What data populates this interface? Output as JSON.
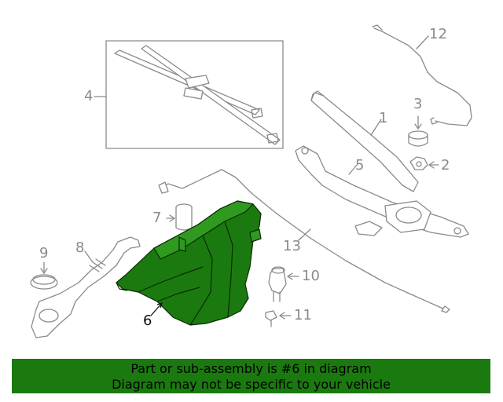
{
  "callouts": {
    "c1": "1",
    "c2": "2",
    "c3": "3",
    "c4": "4",
    "c5": "5",
    "c6": "6",
    "c7": "7",
    "c8": "8",
    "c9": "9",
    "c10": "10",
    "c11": "11",
    "c12": "12",
    "c13": "13"
  },
  "banner": {
    "line1": "Part or sub-assembly is #6 in diagram",
    "line2": "Diagram may not be specific to your vehicle"
  },
  "colors": {
    "highlight": "#1b7a0f",
    "linework": "#8a8a8a",
    "banner_bg": "#1b7a0f"
  }
}
